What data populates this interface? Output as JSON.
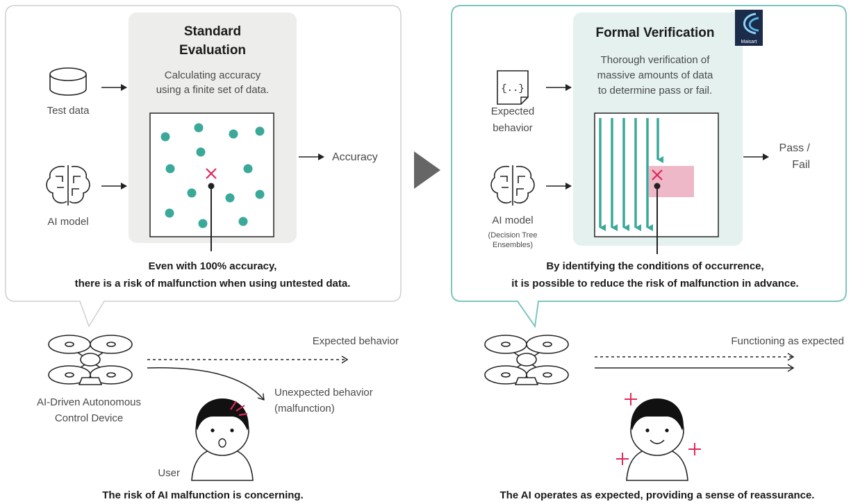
{
  "left_panel": {
    "title_line1": "Standard",
    "title_line2": "Evaluation",
    "desc_line1": "Calculating accuracy",
    "desc_line2": "using a finite set of data.",
    "input_test_data": "Test data",
    "input_ai_model": "AI model",
    "output": "Accuracy",
    "caption_line1": "Even with 100% accuracy,",
    "caption_line2": "there is a risk of malfunction when using untested data."
  },
  "right_panel": {
    "title": "Formal Verification",
    "logo_text": "Maisart",
    "desc_line1": "Thorough verification of",
    "desc_line2": "massive amounts of data",
    "desc_line3": "to determine pass or fail.",
    "expected_glyph": "{..}",
    "input_expected_line1": "Expected",
    "input_expected_line2": "behavior",
    "input_ai_model": "AI model",
    "input_ai_sub_line1": "(Decision Tree",
    "input_ai_sub_line2": "Ensembles)",
    "output_line1": "Pass /",
    "output_line2": "Fail",
    "caption_line1": "By identifying the conditions of occurrence,",
    "caption_line2": "it is possible to reduce the risk of malfunction in advance."
  },
  "bottom_left": {
    "expected_behavior": "Expected behavior",
    "unexpected_line1": "Unexpected behavior",
    "unexpected_line2": "(malfunction)",
    "device_line1": "AI-Driven Autonomous",
    "device_line2": "Control Device",
    "user": "User",
    "caption": "The risk of AI malfunction is concerning."
  },
  "bottom_right": {
    "functioning": "Functioning as expected",
    "caption": "The AI operates as expected, providing a sense of reassurance."
  },
  "colors": {
    "teal": "#3aa99a",
    "teal_border": "#7cc5bf",
    "teal_bg": "#e4f1ef",
    "gray_bg": "#ededeb",
    "pink": "#efb8c8",
    "cross": "#e0285a",
    "logo_bg": "#1b2b4a"
  }
}
